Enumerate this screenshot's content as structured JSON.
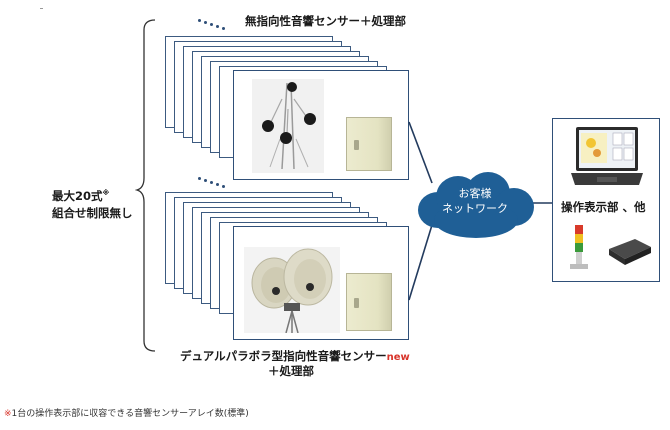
{
  "top_group": {
    "label": "無指向性音響センサー＋処理部"
  },
  "bottom_group": {
    "label_main": "デュアルパラボラ型指向性音響センサー",
    "label_new": "new",
    "label_sub": "＋処理部"
  },
  "left_label": {
    "line1": "最大20式",
    "sup": "※",
    "line2": "組合せ制限無し"
  },
  "network": {
    "line1": "お客様",
    "line2": "ネットワーク"
  },
  "operator": {
    "label": "操作表示部 、他"
  },
  "footnote": "※1台の操作表示部に収容できる音響センサーアレイ数(標準)",
  "colors": {
    "frame": "#2f4f78",
    "cloud": "#1f5f96",
    "new": "#d8342a",
    "footnote_mark": "#d8342a"
  }
}
